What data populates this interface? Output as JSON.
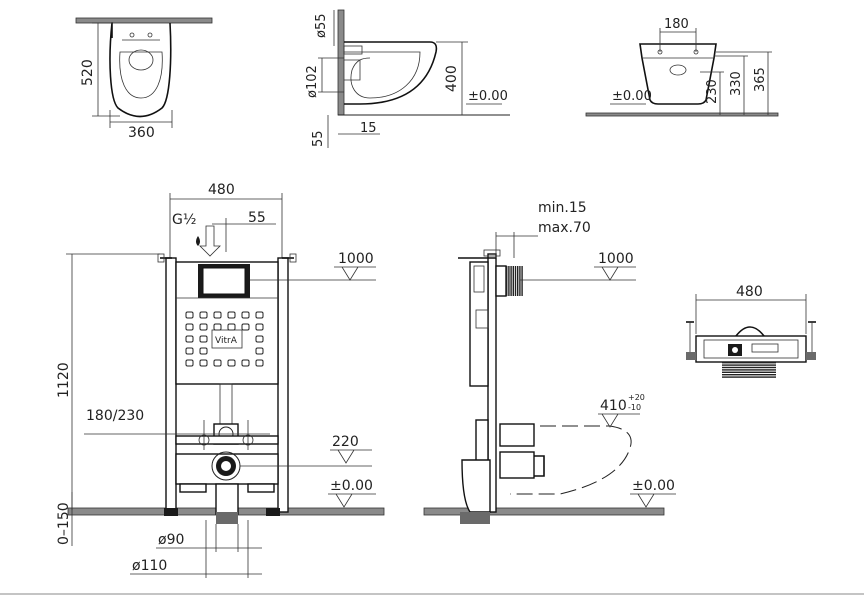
{
  "top_views": {
    "plan": {
      "width": "360",
      "depth": "520"
    },
    "side": {
      "diameter_top": "ø55",
      "diameter_outlet": "ø102",
      "height_bottom": "55",
      "offset": "15",
      "height": "400",
      "level": "±0.00"
    },
    "front": {
      "width": "180",
      "h1": "230",
      "h2": "330",
      "h3": "365",
      "level": "±0.00"
    }
  },
  "frame_front": {
    "width": "480",
    "inlet": "G½",
    "inlet_offset": "55",
    "frame_height": "1120",
    "bolt_spacing": "180/230",
    "height_1000": "1000",
    "height_220": "220",
    "level": "±0.00",
    "adjust_range": "0–150",
    "pipe_90": "ø90",
    "pipe_110": "ø110",
    "brand_logo": "VitrA"
  },
  "frame_side": {
    "depth_min": "min.15",
    "depth_max": "max.70",
    "height_1000": "1000",
    "height_410": "410",
    "tol_plus": "+20",
    "tol_minus": "-10",
    "level": "±0.00"
  },
  "frame_top": {
    "width": "480"
  }
}
